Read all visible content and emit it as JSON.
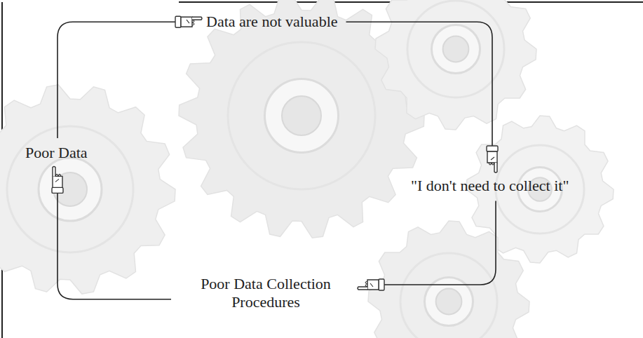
{
  "diagram": {
    "nodes": [
      {
        "text": [
          "Data are not valuable"
        ]
      },
      {
        "text": [
          "\"I don't need to collect it\""
        ]
      },
      {
        "text": [
          "Poor Data Collection Procedures"
        ]
      },
      {
        "text": [
          "Poor Data"
        ]
      }
    ],
    "edges": [
      {
        "from": 0,
        "to": 1,
        "arrow": "to"
      },
      {
        "from": 1,
        "to": 2,
        "arrow": "to"
      },
      {
        "from": 2,
        "to": 3,
        "arrow": "to"
      },
      {
        "from": 3,
        "to": 0,
        "arrow": "to"
      }
    ]
  }
}
